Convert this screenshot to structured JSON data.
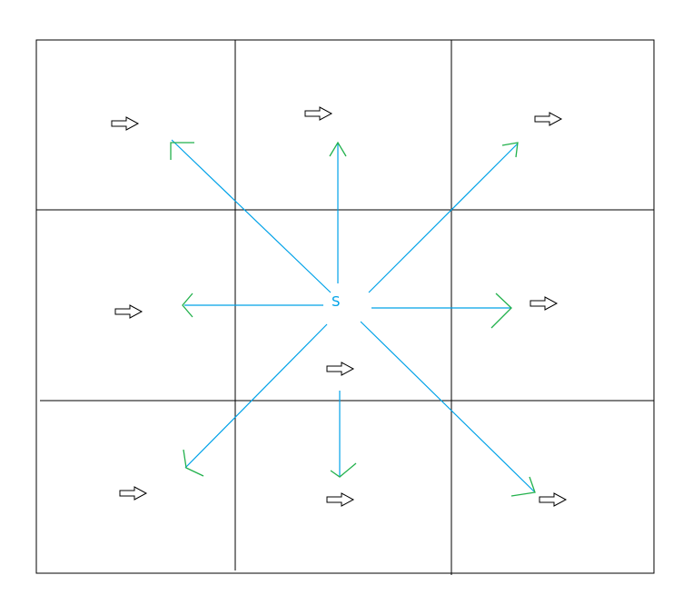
{
  "diagram": {
    "center_label": "S",
    "colors": {
      "grid": "#000000",
      "vector": "#00a2e8",
      "arrowhead": "#22b14c",
      "flow_arrow": "#000000"
    },
    "grid": {
      "rows": 3,
      "cols": 3
    },
    "vector_directions": [
      "north-west",
      "north",
      "north-east",
      "west",
      "east",
      "south-west",
      "south",
      "south-east"
    ],
    "flow_arrow_direction": "east",
    "flow_arrow_count": 9
  }
}
